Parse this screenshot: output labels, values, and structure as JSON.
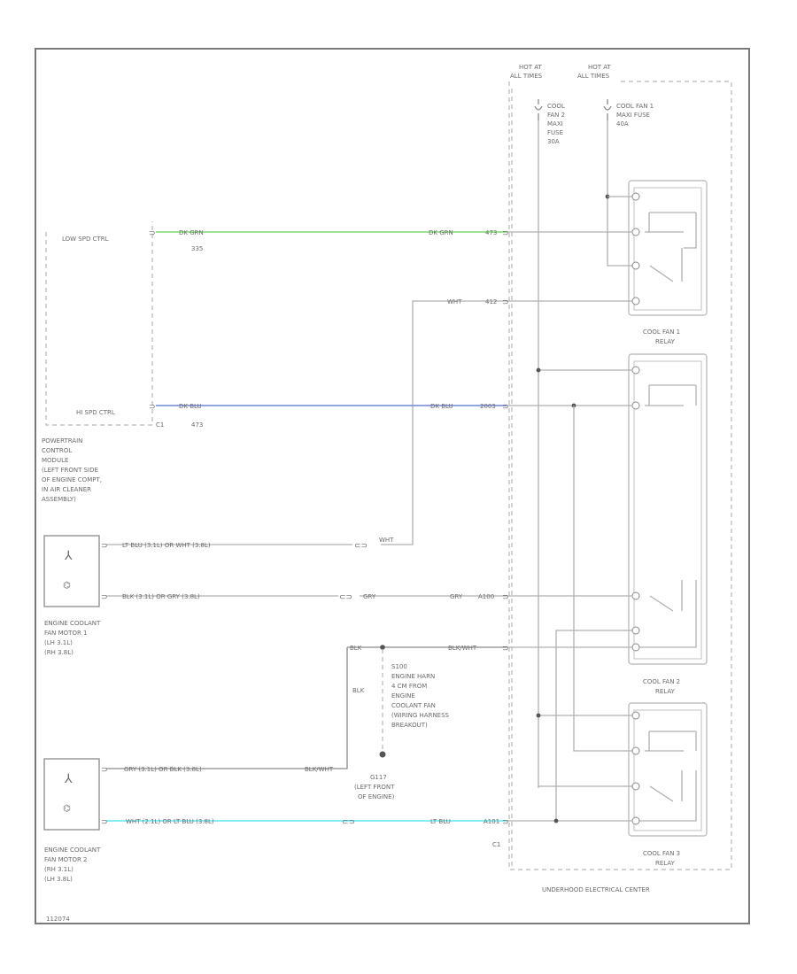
{
  "pcm": {
    "low_spd": "LOW SPD CTRL",
    "hi_spd": "HI SPD CTRL",
    "connector": "C1",
    "name": "POWERTRAIN CONTROL MODULE (LEFT FRONT SIDE OF ENGINE COMPT, IN AIR CLEANER ASSEMBLY)"
  },
  "wires": {
    "grn_left": "DK GRN",
    "grn_left_num": "335",
    "grn_right": "DK GRN",
    "grn_right_num": "473",
    "wht_right": "WHT",
    "wht_right_num": "412",
    "blu_left": "DK BLU",
    "blu_left_num": "473",
    "blu_right": "DK BLU",
    "blu_right_num": "2003",
    "motor1_upper": "LT BLU (3.1L) OR WHT (3.8L)",
    "motor1_upper_short": "WHT",
    "motor1_lower": "BLK (3.1L) OR GRY (3.8L)",
    "motor1_lower_short": "GRY",
    "gry_right": "GRY",
    "gry_right_num": "A100",
    "blk_wht": "BLK/WHT",
    "blk_wht_left": "BLK",
    "blk_vert": "BLK",
    "motor2_upper": "GRY (3.1L) OR BLK (3.8L)",
    "motor2_upper_short": "BLK/WHT",
    "motor2_lower": "WHT (2.1L) OR LT BLU (3.8L)",
    "lt_blu_right": "LT BLU",
    "lt_blu_num": "A101"
  },
  "splice": {
    "id": "S100",
    "note": "ENGINE HARN 4 CM FROM ENGINE COOLANT FAN (WIRING HARNESS BREAKOUT)"
  },
  "ground": {
    "id": "G117",
    "location": "(LEFT FRONT OF ENGINE)"
  },
  "motor1": {
    "name": "ENGINE COOLANT FAN MOTOR 1",
    "sub1": "(LH 3.1L)",
    "sub2": "(RH 3.8L)"
  },
  "motor2": {
    "name": "ENGINE COOLANT FAN MOTOR 2",
    "sub1": "(RH 3.1L)",
    "sub2": "(LH 3.8L)"
  },
  "uec": {
    "hot1": "HOT AT ALL TIMES",
    "hot2": "HOT AT ALL TIMES",
    "fuse1": "COOL FAN 2 MAXI FUSE 30A",
    "fuse2": "COOL FAN 1 MAXI FUSE 40A",
    "name": "UNDERHOOD ELECTRICAL CENTER",
    "connector": "C1"
  },
  "relays": {
    "r1": "COOL FAN 1 RELAY",
    "r2": "COOL FAN 2 RELAY",
    "r3": "COOL FAN 3 RELAY"
  },
  "footer": "112074",
  "colors": {
    "green": "#7bd86f",
    "blue": "#6f86d6",
    "cyan": "#5fe6f0",
    "line": "#b0b0b0"
  }
}
